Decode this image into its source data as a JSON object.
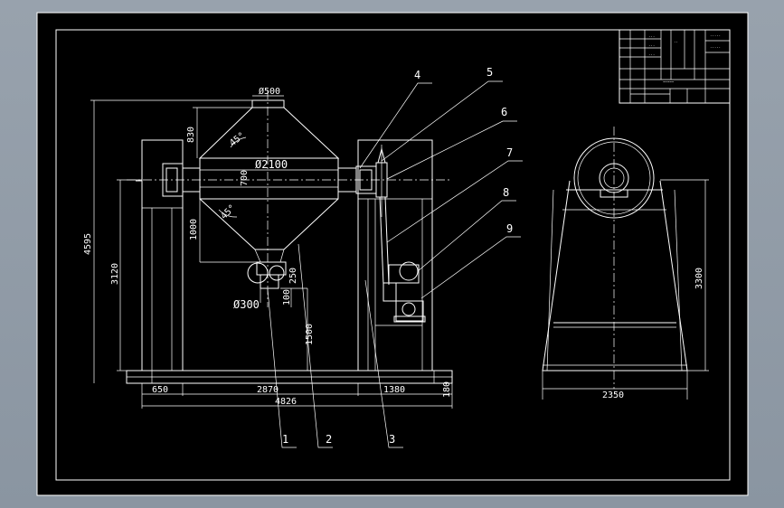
{
  "dimensions": {
    "top_port_dia": "Ø500",
    "cone_height": "830",
    "cone_angle_top": "45°",
    "drum_dia": "Ø2100",
    "drum_length": "700",
    "cone_angle_bottom": "45°",
    "lower_cone": "1000",
    "outlet_dia": "Ø300",
    "outlet_a": "100",
    "outlet_b": "250",
    "outlet_height": "1500",
    "overall_height": "4595",
    "frame_height": "3120",
    "left_offset": "650",
    "span": "2870",
    "overall_width": "4826",
    "right_offset": "1380",
    "base_height": "180",
    "side_height": "3300",
    "side_width": "2350"
  },
  "part_numbers": [
    "1",
    "2",
    "3",
    "4",
    "5",
    "6",
    "7",
    "8",
    "9"
  ],
  "title_block": {
    "note": "~~~~~"
  },
  "colors": {
    "background": "#000000",
    "line": "#ffffff",
    "outer_frame": "#8f9aa6"
  }
}
